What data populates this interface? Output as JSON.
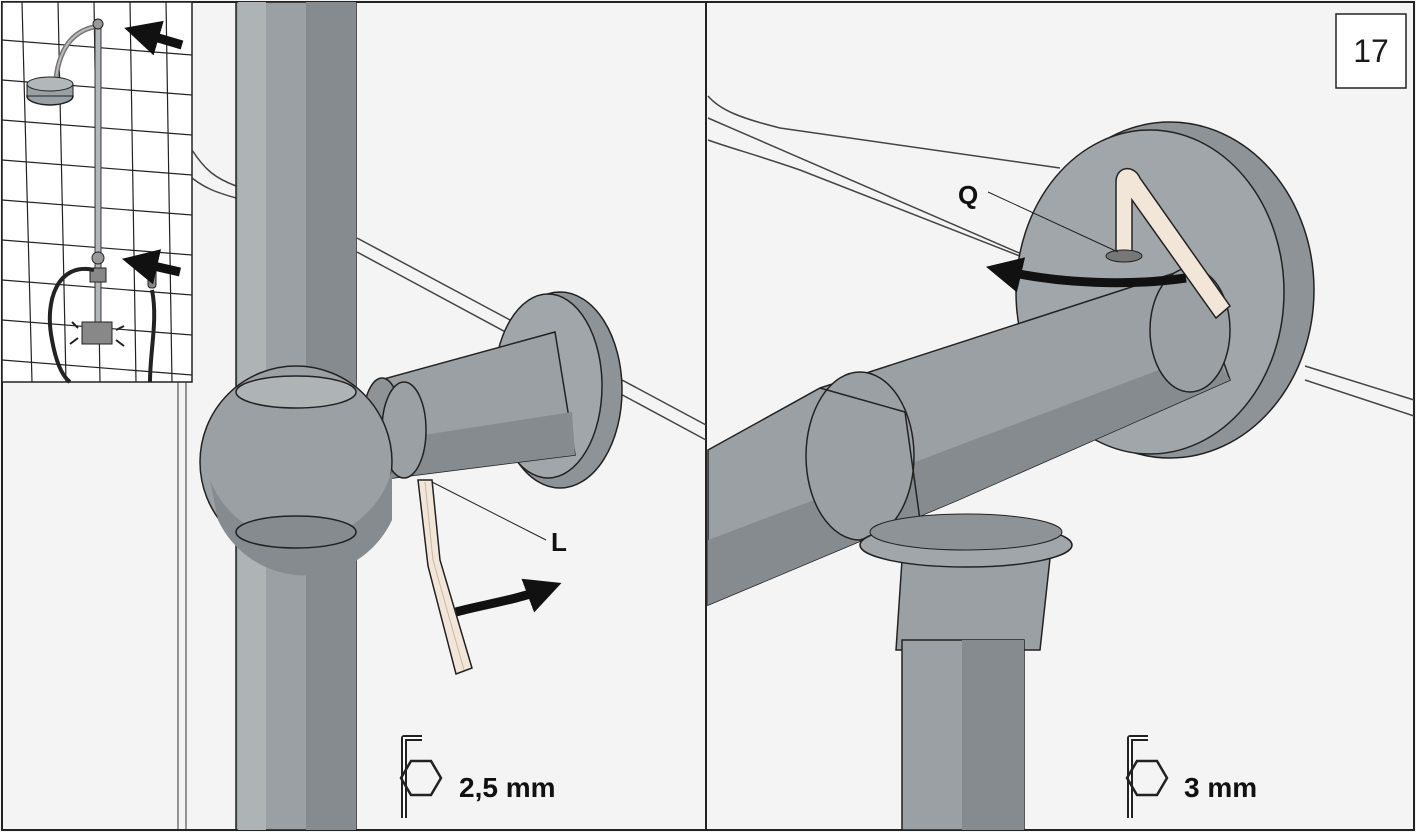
{
  "step_number": "17",
  "callouts": {
    "left": "L",
    "right": "Q"
  },
  "tools": {
    "left_size": "2,5 mm",
    "right_size": "3 mm",
    "icon": "hex-key-icon"
  },
  "colors": {
    "pipe": "#9aa0a4",
    "pipe_dark": "#7f8589",
    "hex_key": "#f2e6d8",
    "background": "#f4f4f4"
  }
}
